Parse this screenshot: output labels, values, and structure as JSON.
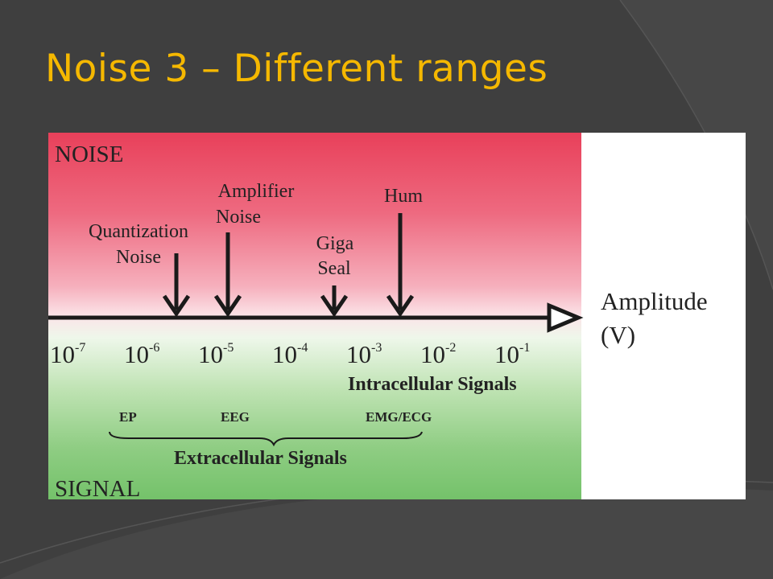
{
  "slide": {
    "title": "Noise 3 – Different ranges"
  },
  "colors": {
    "background": "#3f3f3f",
    "title": "#f5b800",
    "noise_region": "#e8405a",
    "signal_region": "#74c26a"
  },
  "figure": {
    "noise_label": "NOISE",
    "signal_label": "SIGNAL",
    "axis": {
      "label_line1": "Amplitude",
      "label_line2": "(V)",
      "ticks": [
        {
          "base": "10",
          "exp": "-7"
        },
        {
          "base": "10",
          "exp": "-6"
        },
        {
          "base": "10",
          "exp": "-5"
        },
        {
          "base": "10",
          "exp": "-4"
        },
        {
          "base": "10",
          "exp": "-3"
        },
        {
          "base": "10",
          "exp": "-2"
        },
        {
          "base": "10",
          "exp": "-1"
        }
      ]
    },
    "noise_sources": {
      "quantization": {
        "line1": "Quantization",
        "line2": "Noise"
      },
      "amplifier": {
        "line1": "Amplifier",
        "line2": "Noise"
      },
      "giga_seal": {
        "line1": "Giga",
        "line2": "Seal"
      },
      "hum": {
        "line1": "Hum"
      }
    },
    "signals": {
      "intracellular": "Intracellular Signals",
      "ep": "EP",
      "eeg": "EEG",
      "emg_ecg": "EMG/ECG",
      "extracellular": "Extracellular Signals"
    }
  }
}
